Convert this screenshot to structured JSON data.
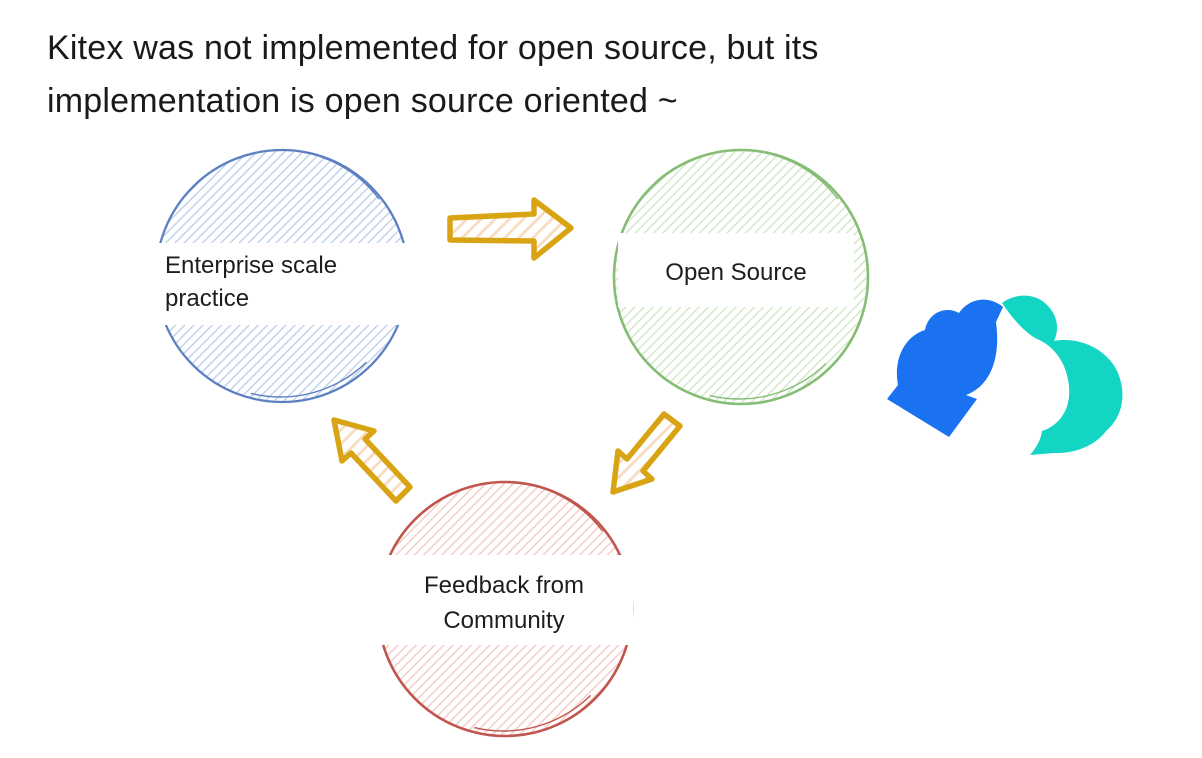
{
  "title": {
    "lines": [
      "Kitex was not implemented for open source, but its",
      "implementation is open source oriented ~"
    ],
    "color": "#1a1a1a"
  },
  "nodes": {
    "enterprise": {
      "label_lines": [
        "Enterprise scale",
        "practice"
      ],
      "stroke": "#5b80c1",
      "hatch": "#b9cbe9"
    },
    "open_source": {
      "label": "Open Source",
      "stroke": "#85bd74",
      "hatch": "#cde4c2"
    },
    "feedback": {
      "label_lines": [
        "Feedback from",
        "Community"
      ],
      "stroke": "#c0574f",
      "hatch": "#f2c5bf"
    }
  },
  "arrows": {
    "stroke": "#d9a414",
    "hatch": "#f8dcc0"
  },
  "logo": {
    "icon": "cloudwego-cloud-arrow-logo",
    "blue": "#1b72f0",
    "teal": "#12d6c3"
  },
  "label_color": "#1d1d1f",
  "background": "#ffffff"
}
